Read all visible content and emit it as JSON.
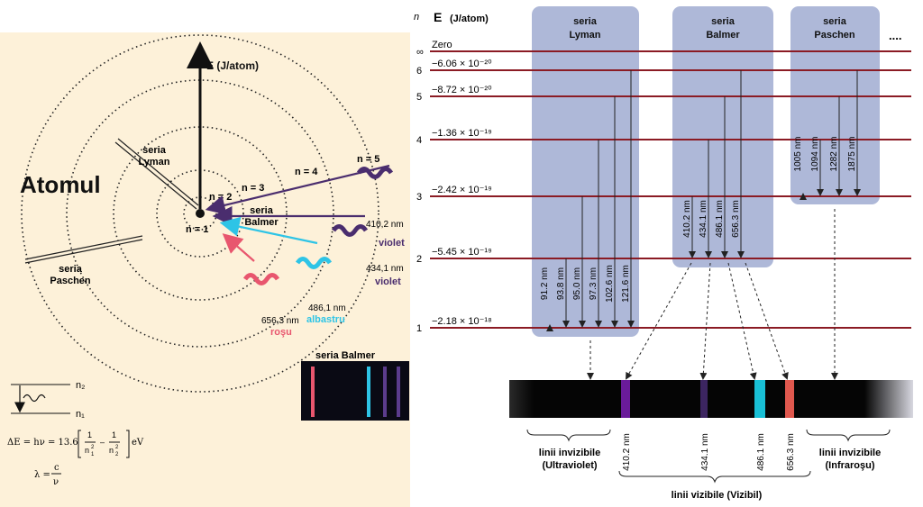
{
  "atom": {
    "title": "Atomul",
    "energy_axis": "E (J/atom)",
    "orbits": [
      "n = 1",
      "n = 2",
      "n = 3",
      "n = 4",
      "n = 5"
    ],
    "series_labels": [
      "seria\nLyman",
      "seria\nBalmer",
      "seria\nPaschen"
    ],
    "transitions": [
      {
        "wavelength": "410,2 nm",
        "color_name": "violet"
      },
      {
        "wavelength": "434,1 nm",
        "color_name": "violet"
      },
      {
        "wavelength": "486,1 nm",
        "color_name": "albastru"
      },
      {
        "wavelength": "656,3 nm",
        "color_name": "roşu"
      }
    ],
    "balmer_box_title": "seria Balmer",
    "legend": {
      "n2": "n₂",
      "n1": "n₁"
    },
    "formula_energy": "ΔE = hν = 13.6",
    "formula_energy_unit": "eV",
    "formula_lambda": "λ =",
    "formula_lambda_num": "c",
    "formula_lambda_den": "ν",
    "colors": {
      "violet": "#4a2d6e",
      "blue": "#2ec4e6",
      "red": "#e8566e"
    }
  },
  "diagram": {
    "n_header": "n",
    "e_header": "E",
    "e_unit": "(J/atom)",
    "levels": [
      {
        "n": "∞",
        "energy": "Zero"
      },
      {
        "n": "6",
        "energy": "−6.06 × 10⁻²⁰"
      },
      {
        "n": "5",
        "energy": "−8.72 × 10⁻²⁰"
      },
      {
        "n": "4",
        "energy": "−1.36 × 10⁻¹⁹"
      },
      {
        "n": "3",
        "energy": "−2.42 × 10⁻¹⁹"
      },
      {
        "n": "2",
        "energy": "−5.45 × 10⁻¹⁹"
      },
      {
        "n": "1",
        "energy": "−2.18 × 10⁻¹⁸"
      }
    ],
    "series": [
      {
        "name": "seria\nLyman",
        "lines": [
          "91.2 nm",
          "93.8 nm",
          "95.0 nm",
          "97.3 nm",
          "102.6 nm",
          "121.6 nm"
        ]
      },
      {
        "name": "seria\nBalmer",
        "lines": [
          "410.2 nm",
          "434.1 nm",
          "486.1 nm",
          "656.3 nm"
        ]
      },
      {
        "name": "seria\nPaschen",
        "lines": [
          "1005 nm",
          "1094 nm",
          "1282 nm",
          "1875 nm"
        ]
      }
    ],
    "ellipsis": "....",
    "spectrum_labels": [
      "410.2 nm",
      "434.1 nm",
      "486.1 nm",
      "656.3 nm"
    ],
    "invisible_uv": "linii invizibile\n(Ultraviolet)",
    "visible": "linii vizibile (Vizibil)",
    "invisible_ir": "linii invizibile\n(Infraroşu)"
  }
}
